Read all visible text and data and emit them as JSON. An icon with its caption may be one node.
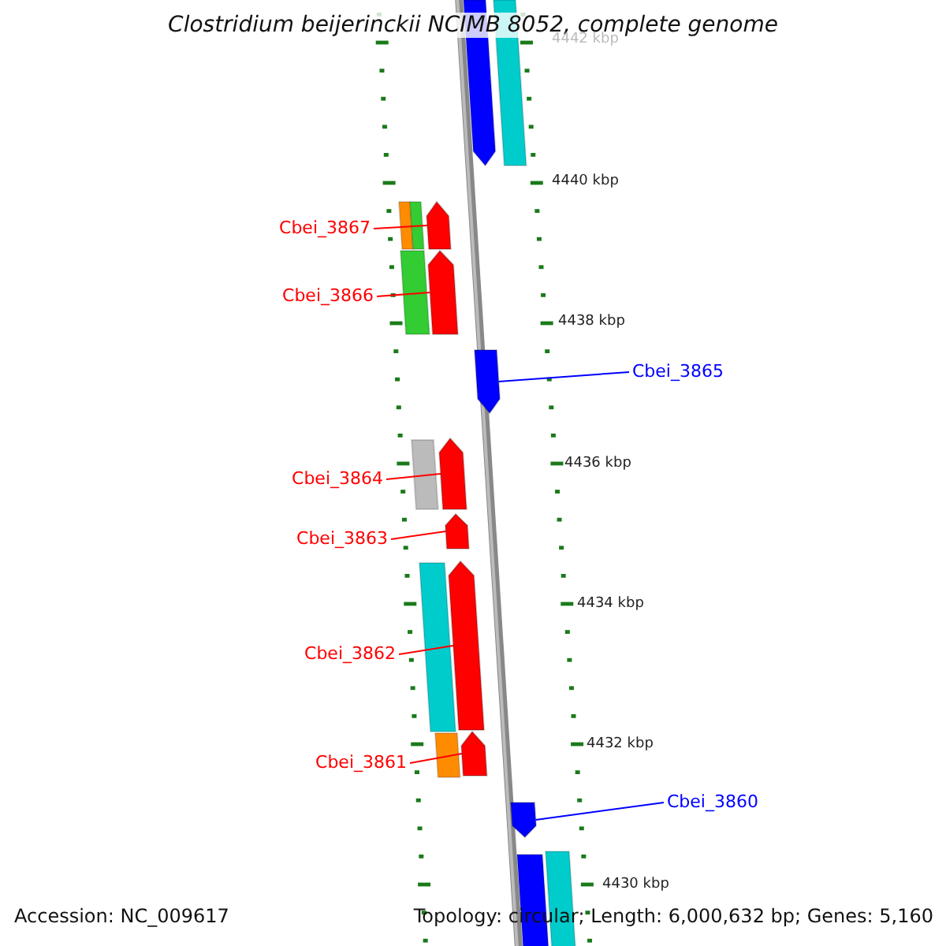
{
  "diagram": {
    "title": "Clostridium beijerinckii NCIMB 8052, complete genome",
    "nodes": [
      {
        "text": [
          "Cbei_3867"
        ]
      },
      {
        "text": [
          "Cbei_3866"
        ]
      },
      {
        "text": [
          "Cbei_3865"
        ]
      },
      {
        "text": [
          "Cbei_3864"
        ]
      },
      {
        "text": [
          "Cbei_3863"
        ]
      },
      {
        "text": [
          "Cbei_3862"
        ]
      },
      {
        "text": [
          "Cbei_3861"
        ]
      },
      {
        "text": [
          "Cbei_3860"
        ]
      },
      {
        "text": [],
        "shape": "bar"
      },
      {
        "text": [],
        "shape": "bar"
      },
      {
        "text": [],
        "shape": "bar"
      },
      {
        "text": [],
        "shape": "bar"
      },
      {
        "text": [],
        "shape": "bar"
      },
      {
        "text": [],
        "shape": "bar"
      },
      {
        "text": [],
        "shape": "bar"
      },
      {
        "text": [],
        "shape": "bar"
      }
    ],
    "edges": [
      {
        "from": 0,
        "to": 8,
        "arrow": "none"
      },
      {
        "from": 1,
        "to": 9,
        "arrow": "none"
      },
      {
        "from": 2,
        "to": 10,
        "arrow": "none",
        "color": "#0000ff"
      },
      {
        "from": 3,
        "to": 11,
        "arrow": "none"
      },
      {
        "from": 4,
        "to": 12,
        "arrow": "none"
      },
      {
        "from": 5,
        "to": 13,
        "arrow": "none"
      },
      {
        "from": 6,
        "to": 14,
        "arrow": "none"
      },
      {
        "from": 7,
        "to": 15,
        "arrow": "none",
        "color": "#0000ff"
      }
    ],
    "labels": [
      "4442 kbp",
      "4440 kbp",
      "4438 kbp",
      "4436 kbp",
      "4434 kbp",
      "4432 kbp",
      "4430 kbp",
      "Accession: NC_009617",
      "Topology: circular; Length: 6,000,632 bp; Genes: 5,160"
    ]
  }
}
